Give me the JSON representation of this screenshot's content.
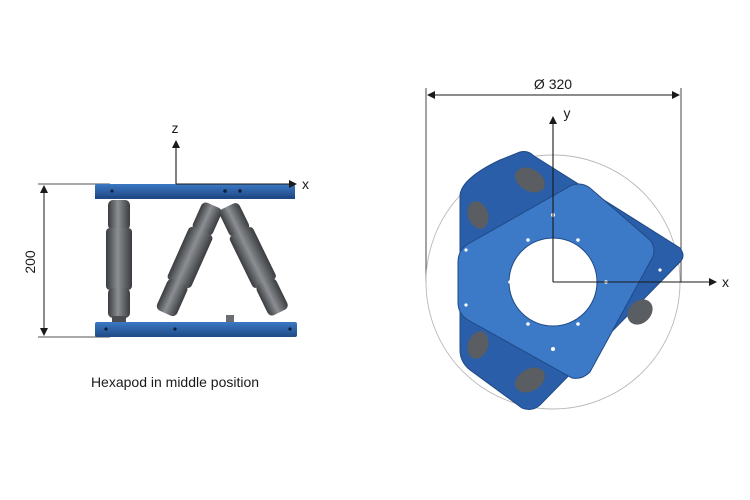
{
  "side_view": {
    "axis_z_label": "z",
    "axis_x_label": "x",
    "height_dimension": "200",
    "caption": "Hexapod in middle position"
  },
  "top_view": {
    "axis_y_label": "y",
    "axis_x_label": "x",
    "diameter_dimension": "Ø 320"
  },
  "colors": {
    "plate_blue": "#2f66b0",
    "plate_blue_dark": "#1f4a86",
    "strut_gray": "#5c5f63",
    "strut_dark": "#3a3c3f",
    "line": "#1a1a1a"
  }
}
